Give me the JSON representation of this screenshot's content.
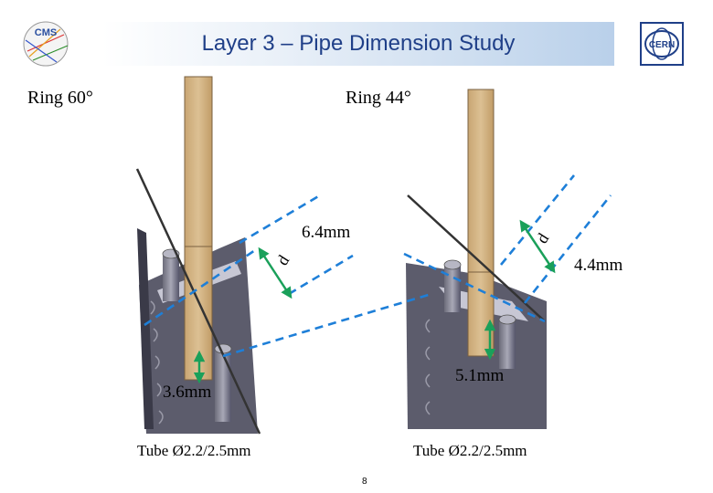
{
  "title": "Layer 3 – Pipe Dimension Study",
  "logos": {
    "left_text": "CMS",
    "right_text": "CERN"
  },
  "ring_left": "Ring 60°",
  "ring_right": "Ring 44°",
  "dimensions": {
    "d_left_value": "6.4mm",
    "d_right_value": "4.4mm",
    "gap_left": "3.6mm",
    "gap_right": "5.1mm",
    "d_symbol_left": "d",
    "d_symbol_right": "d"
  },
  "tube_left": "Tube Ø2.2/2.5mm",
  "tube_right": "Tube Ø2.2/2.5mm",
  "page_number": "8",
  "colors": {
    "title_text": "#1f3f88",
    "pipe": "#d4b483",
    "structure": "#5a5a6a",
    "dashed_line": "#1e7fd8",
    "arrow": "#1aa05a"
  }
}
